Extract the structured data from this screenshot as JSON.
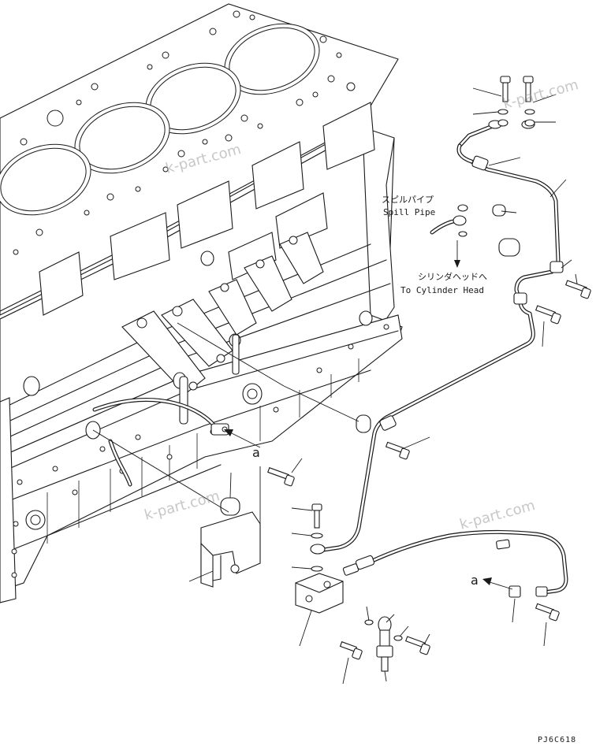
{
  "labels": {
    "spill_pipe_jp": "スピルパイプ",
    "spill_pipe_en": "Spill Pipe",
    "to_head_jp": "シリンダヘッドへ",
    "to_head_en": "To Cylinder Head",
    "marker_a_1": "a",
    "marker_a_2": "a"
  },
  "watermarks": [
    "k-part.com",
    "k-part.com",
    "k-part.com",
    "k-part.com"
  ],
  "figure_code": "PJ6C618"
}
